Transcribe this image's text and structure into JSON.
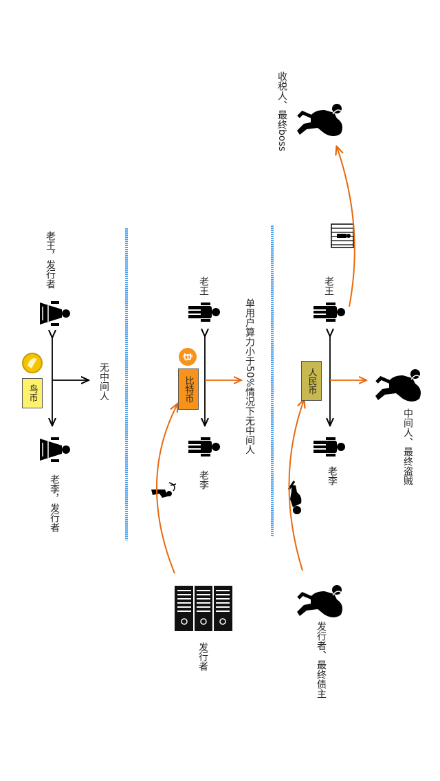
{
  "labels": {
    "tax_collector": "收税人、最终boss",
    "middleman": "中间人、最终盗贼",
    "issuer_creditor": "发行者、最终债主",
    "lao_wang": "老王",
    "lao_li": "老李",
    "single_user_note": "单用户算力小于50%情况下无中间人",
    "issuer": "发行者",
    "no_middleman": "无中间人",
    "lao_wang_issuer": "老王，发行者",
    "lao_li_issuer": "老李，发行者"
  },
  "tags": {
    "rmb": "人民币",
    "bitcoin": "比特币",
    "birdcoin": "鸟币"
  },
  "colors": {
    "arrow_orange": "#e8690d",
    "divider_blue": "#4da3f0",
    "rmb_tag": "#c8b850",
    "bitcoin_tag": "#f7931a",
    "birdcoin_tag": "#fff26b"
  },
  "icons": [
    "thief-icon",
    "person-icon",
    "jail-icon",
    "robber-icon",
    "bitcoin-icon",
    "miner-icon",
    "server-icon",
    "woman-icon",
    "bird-coin-icon"
  ]
}
